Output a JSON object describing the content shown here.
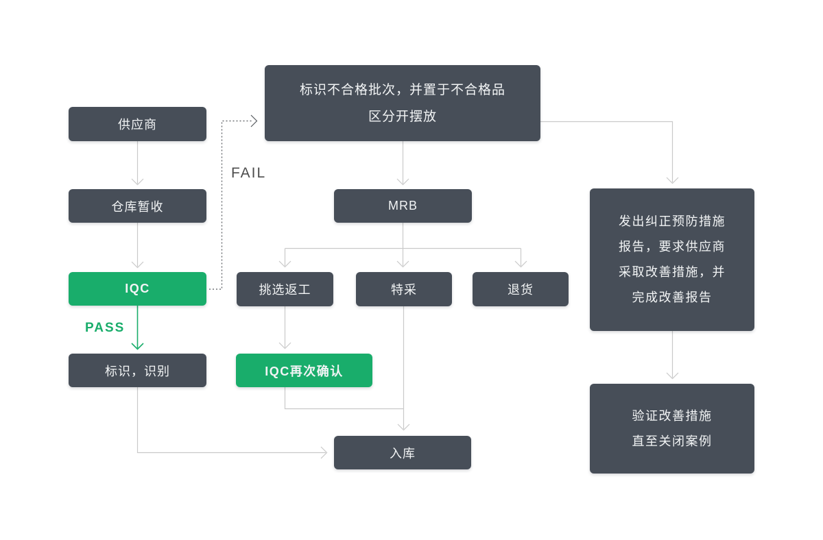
{
  "colors": {
    "box_dark": "#474e58",
    "box_green": "#19ad6b",
    "connector": "#c9c9c9",
    "dashed": "#54585d",
    "fail_label": "#4c4c4c",
    "box_text": "#f2f4f5",
    "page_bg": "#ffffff"
  },
  "labels": {
    "pass": "PASS",
    "fail": "FAIL"
  },
  "nodes": {
    "supplier": "供应商",
    "warehouse_receipt": "仓库暂收",
    "iqc": "IQC",
    "mark_identify": "标识，识别",
    "nonconforming": "标识不合格批次，并置于不合格品\n区分开摆放",
    "mrb": "MRB",
    "sort_rework": "挑选返工",
    "special_acceptance": "特采",
    "return_goods": "退货",
    "iqc_reconfirm": "IQC再次确认",
    "warehouse_in": "入库",
    "capa_report": "发出纠正预防措施\n报告，要求供应商\n采取改善措施，并\n完成改善报告",
    "verify_close": "验证改善措施\n直至关闭案例"
  }
}
